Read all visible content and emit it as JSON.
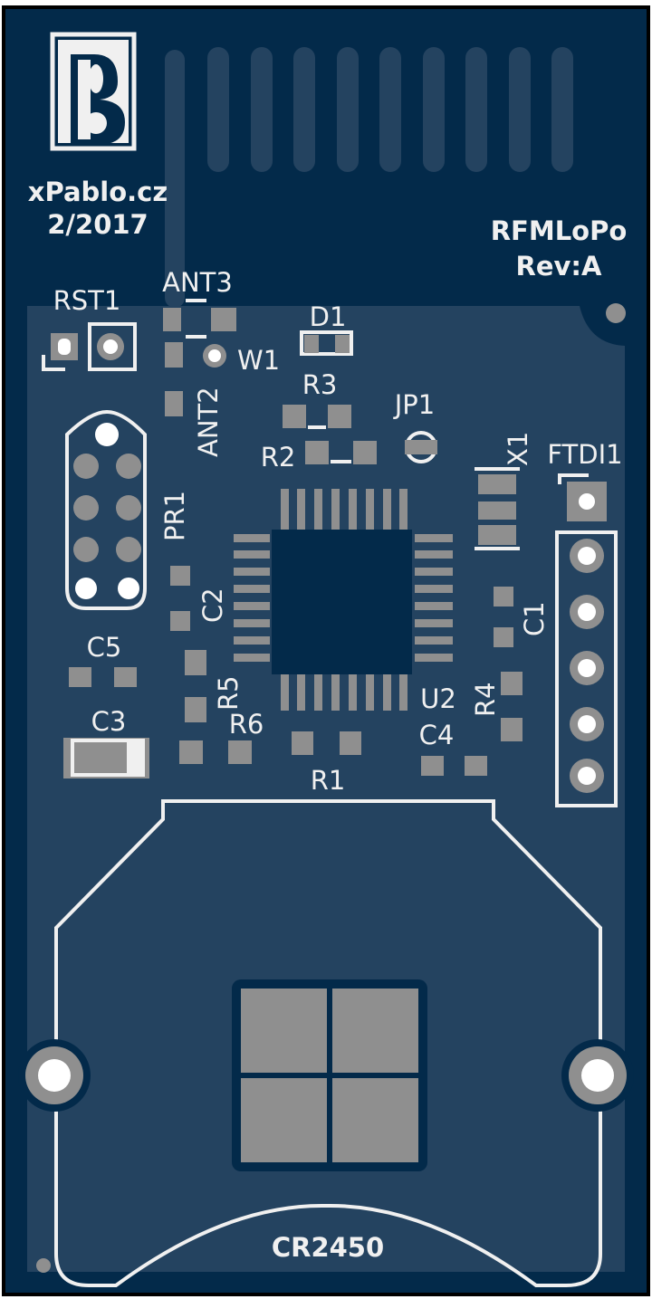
{
  "board": {
    "branding": {
      "site": "xPablo.cz",
      "date": "2/2017",
      "logo_letter": "Pb"
    },
    "project": {
      "name": "RFMLoPo",
      "revision": "Rev:A"
    },
    "battery_label": "CR2450",
    "designators": {
      "rst1": "RST1",
      "ant3": "ANT3",
      "ant2": "ANT2",
      "w1": "W1",
      "d1": "D1",
      "r1": "R1",
      "r2": "R2",
      "r3": "R3",
      "r4": "R4",
      "r5": "R5",
      "r6": "R6",
      "c1": "C1",
      "c2": "C2",
      "c3": "C3",
      "c4": "C4",
      "c5": "C5",
      "jp1": "JP1",
      "x1": "X1",
      "ftdi1": "FTDI1",
      "pr1": "PR1",
      "u2": "U2"
    },
    "colors": {
      "substrate": "#032a4a",
      "pour": "#244360",
      "pad": "#8f8f8f",
      "silkscreen": "#f0f0f0"
    }
  }
}
